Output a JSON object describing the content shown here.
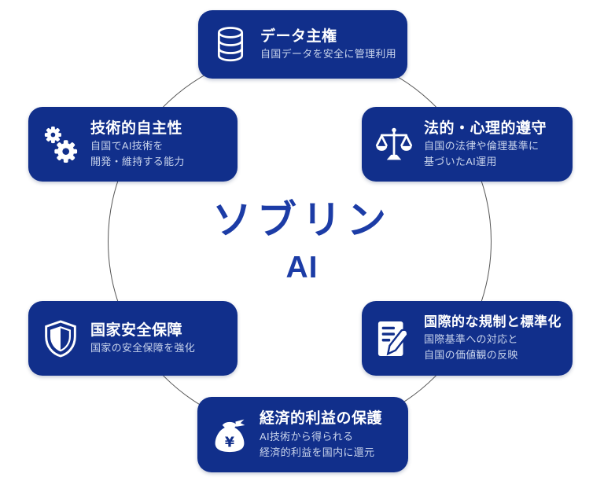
{
  "diagram_title": "ソブリンAI",
  "center": {
    "line1": "ソブリン",
    "line2": "AI"
  },
  "colors": {
    "box_background": "#112f8b",
    "box_title_text": "#ffffff",
    "box_subtitle_text": "#c9d4ec",
    "center_text": "#1c3ca6",
    "circle_stroke": "#555555",
    "canvas_background": "#ffffff"
  },
  "boxes": [
    {
      "id": "data-sovereignty",
      "icon": "database-icon",
      "title": "データ主権",
      "subtitle_lines": [
        "自国データを安全に管理利用"
      ]
    },
    {
      "id": "technical-autonomy",
      "icon": "gears-icon",
      "title": "技術的自主性",
      "subtitle_lines": [
        "自国でAI技術を",
        "開発・維持する能力"
      ]
    },
    {
      "id": "legal-compliance",
      "icon": "scales-icon",
      "title": "法的・心理的遵守",
      "subtitle_lines": [
        "自国の法律や倫理基準に",
        "基づいたAI運用"
      ]
    },
    {
      "id": "national-security",
      "icon": "shield-icon",
      "title": "国家安全保障",
      "subtitle_lines": [
        "国家の安全保障を強化"
      ]
    },
    {
      "id": "international-regulation",
      "icon": "document-pen-icon",
      "title": "国際的な規制と標準化",
      "subtitle_lines": [
        "国際基準への対応と",
        "自国の価値観の反映"
      ]
    },
    {
      "id": "economic-protection",
      "icon": "money-bag-icon",
      "title": "経済的利益の保護",
      "subtitle_lines": [
        "AI技術から得られる",
        "経済的利益を国内に還元"
      ]
    }
  ]
}
